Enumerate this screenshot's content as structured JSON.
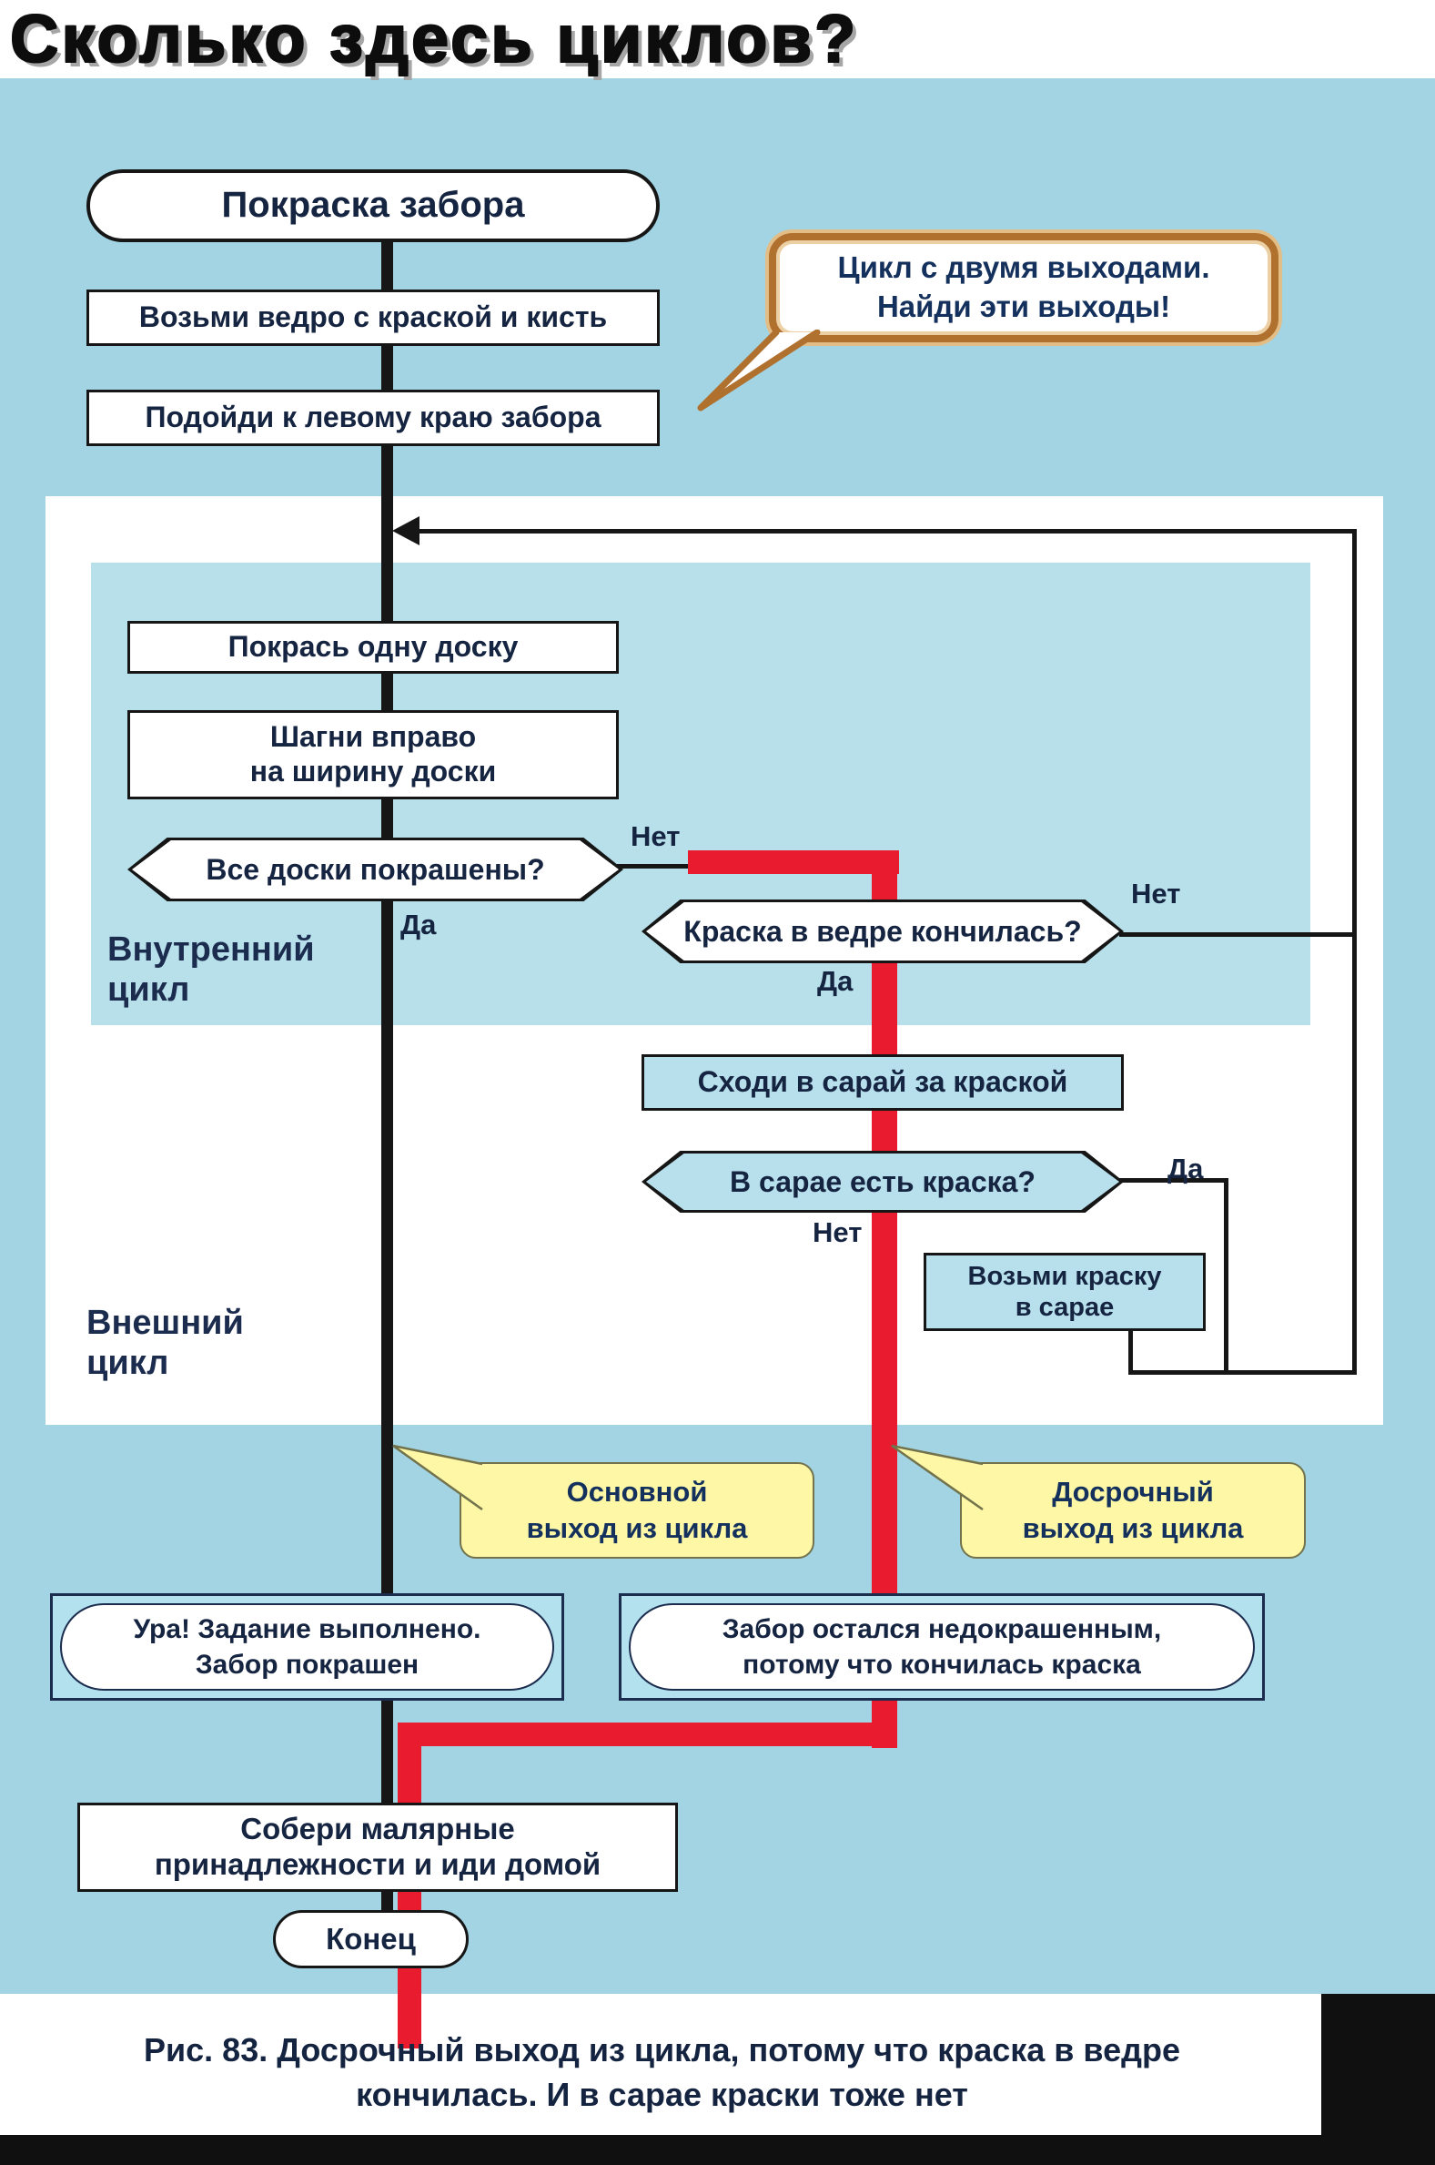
{
  "title": "Сколько здесь циклов?",
  "bubble": {
    "line1": "Цикл с двумя выходами.",
    "line2": "Найди эти выходы!"
  },
  "nodes": {
    "start": "Покраска забора",
    "take_bucket": "Возьми ведро с краской и кисть",
    "go_left": "Подойди к левому краю забора",
    "paint_board": "Покрась одну доску",
    "step_right_l1": "Шагни вправо",
    "step_right_l2": "на ширину доски",
    "q_all_painted": "Все доски покрашены?",
    "q_bucket_empty": "Краска в ведре кончилась?",
    "go_shed": "Сходи в сарай за краской",
    "q_shed_paint": "В сарае есть краска?",
    "take_paint_l1": "Возьми краску",
    "take_paint_l2": "в сарае",
    "done_l1": "Ура! Задание выполнено.",
    "done_l2": "Забор покрашен",
    "unfinished_l1": "Забор остался недокрашенным,",
    "unfinished_l2": "потому что кончилась краска",
    "collect_l1": "Собери малярные",
    "collect_l2": "принадлежности и иди домой",
    "end": "Конец"
  },
  "labels": {
    "yes": "Да",
    "no": "Нет",
    "inner_loop_l1": "Внутренний",
    "inner_loop_l2": "цикл",
    "outer_loop_l1": "Внешний",
    "outer_loop_l2": "цикл",
    "main_exit_l1": "Основной",
    "main_exit_l2": "выход из цикла",
    "early_exit_l1": "Досрочный",
    "early_exit_l2": "выход из цикла"
  },
  "caption": {
    "line1": "Рис. 83. Досрочный выход из цикла, потому что краска в ведре",
    "line2": "кончилась. И в сарае краски тоже нет"
  },
  "colors": {
    "page_background": "#a2d4e4",
    "inner_loop_background": "#b7e0ea",
    "outer_loop_background": "#ffffff",
    "highlight_red": "#e81c2e",
    "callout_yellow": "#fdf7a6",
    "bubble_border_brown": "#b0702e",
    "line_black": "#161616",
    "text_navy": "#152440"
  }
}
